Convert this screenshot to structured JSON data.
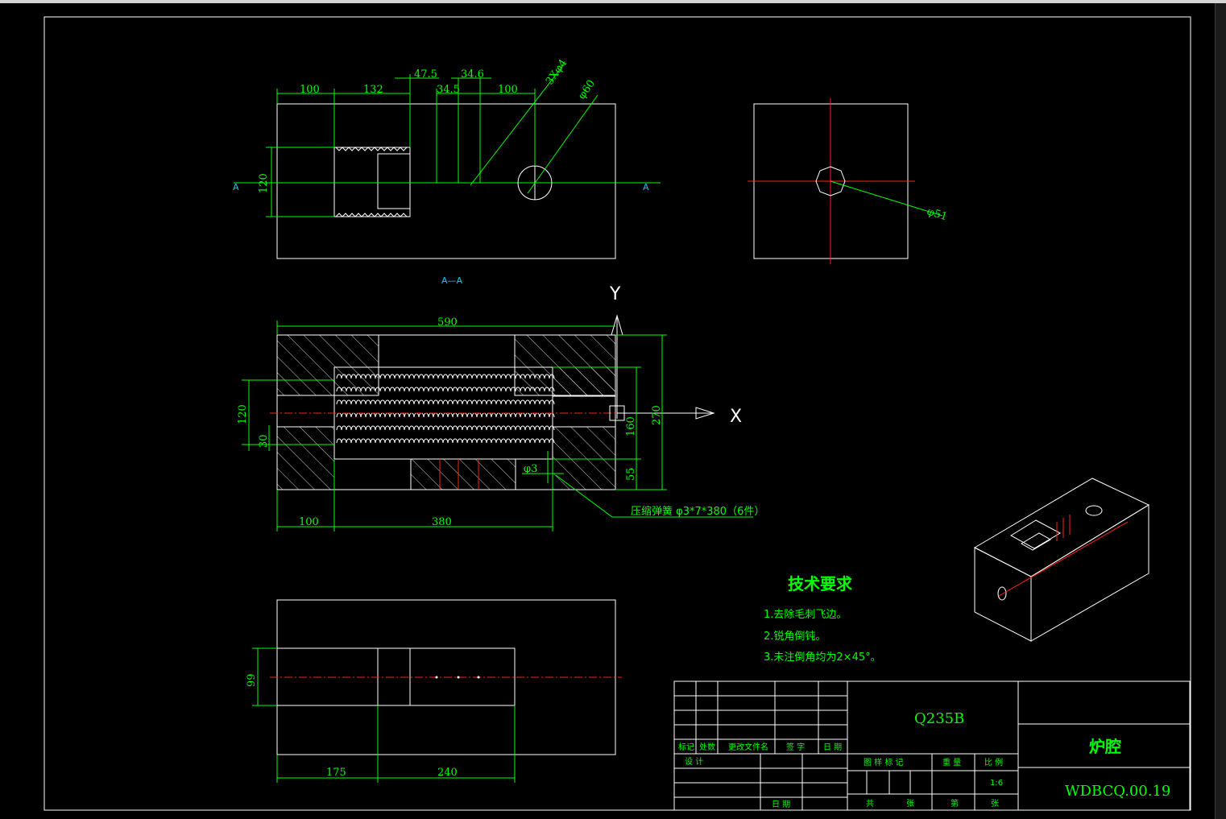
{
  "views": {
    "top": {
      "dims": [
        "100",
        "132",
        "47.5",
        "34.5",
        "34.6",
        "100",
        "120"
      ],
      "hole_callouts": [
        "3Xφ4",
        "φ60"
      ],
      "section_marks": [
        "A",
        "A"
      ]
    },
    "side": {
      "hole_callout": "φ51"
    },
    "section": {
      "label": "A—A",
      "dims": [
        "590",
        "120",
        "30",
        "270",
        "160",
        "55",
        "100",
        "380"
      ],
      "small_hole": "φ3",
      "axis_x": "X",
      "axis_y": "Y",
      "spring_note": "压缩弹簧 φ3*7*380（6件）"
    },
    "bottom": {
      "dims": [
        "99",
        "175",
        "240"
      ]
    }
  },
  "requirements": {
    "heading": "技术要求",
    "items": [
      "1.去除毛刺飞边。",
      "2.锐角倒钝。",
      "3.未注倒角均为2×45°。"
    ]
  },
  "title_block": {
    "material": "Q235B",
    "part_name": "炉腔",
    "drawing_no": "WDBCQ.00.19",
    "scale": "1:6",
    "row_labels": [
      "标记",
      "处数",
      "更改文件名",
      "签 字",
      "日 期"
    ],
    "design": "设 计",
    "date": "日 期",
    "stage_labels": [
      "图 样 标 记",
      "重 量",
      "比 例"
    ],
    "sheet_labels": [
      "共",
      "张",
      "第",
      "张"
    ]
  }
}
